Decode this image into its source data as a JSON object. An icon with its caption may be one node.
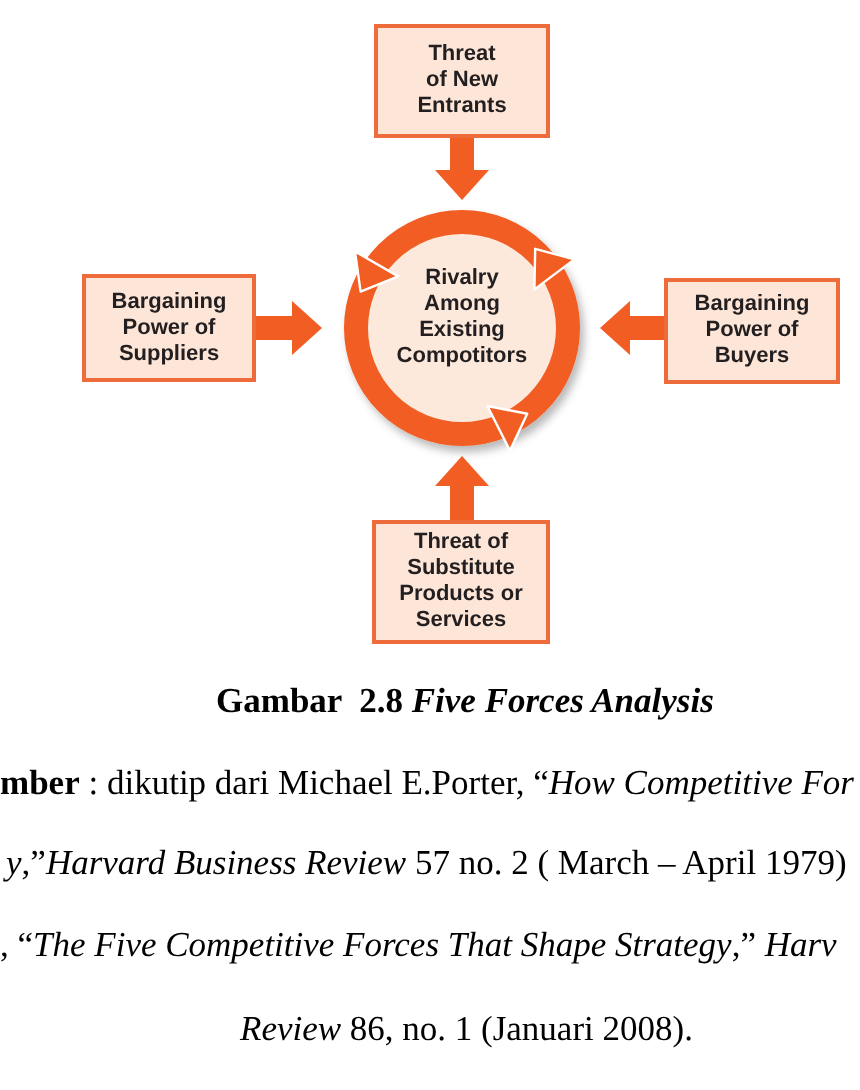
{
  "diagram": {
    "caption": "Gambar  2.8 *Five Forces Analysis*",
    "nodes": [
      {
        "text": [
          "Threat of New Entrants"
        ]
      },
      {
        "text": [
          "Bargaining Power of Suppliers"
        ]
      },
      {
        "text": [
          "Rivalry Among Existing Compotitors"
        ]
      },
      {
        "text": [
          "Bargaining Power of Buyers"
        ]
      },
      {
        "text": [
          "Threat of Substitute Products or Services"
        ]
      }
    ],
    "edges": [
      {
        "from": 0,
        "to": 2,
        "arrow": "to"
      },
      {
        "from": 1,
        "to": 2,
        "arrow": "to"
      },
      {
        "from": 3,
        "to": 2,
        "arrow": "to"
      },
      {
        "from": 4,
        "to": 2,
        "arrow": "to"
      }
    ],
    "labels": [
      "**mber** : dikutip dari Michael E.Porter, “*How Competitive For*",
      "*y*,”*Harvard Business Review* 57 no. 2 ( March – April 1979)",
      ", “*The Five Competitive Forces That Shape Strategy*,” *Harv*",
      "*Review* 86, no. 1 (Januari 2008)."
    ]
  }
}
